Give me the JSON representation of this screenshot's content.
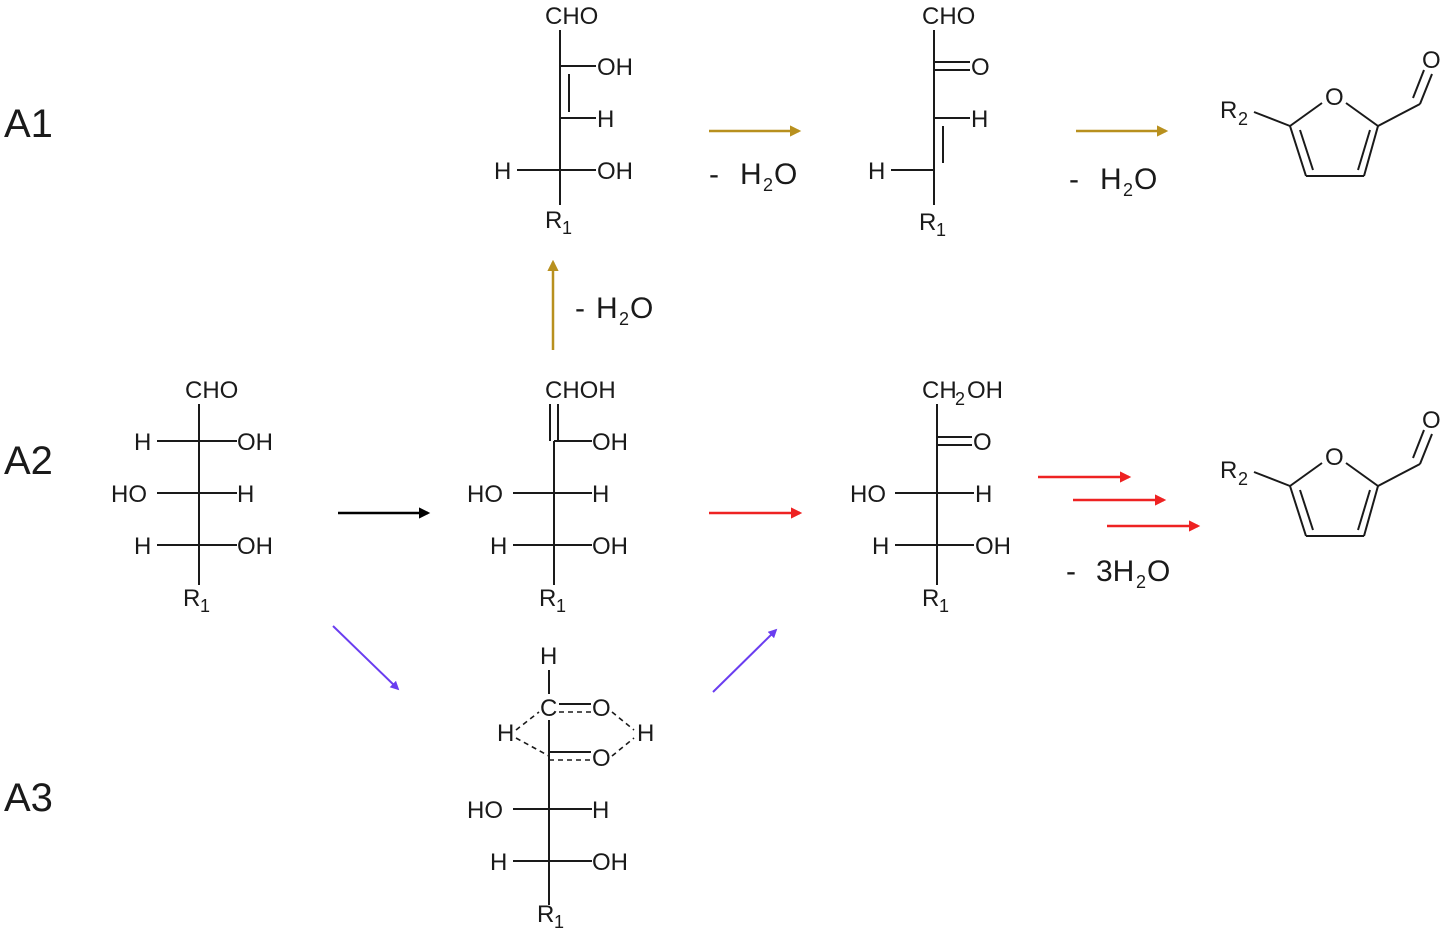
{
  "colors": {
    "black": "#000000",
    "gold": "#b8901e",
    "red": "#ee2222",
    "purple": "#6a3df0",
    "ink": "#1a1a1a"
  },
  "routes": {
    "a1": "A1",
    "a2": "A2",
    "a3": "A3"
  },
  "groups": {
    "cho": "CHO",
    "chohoh": "CHOH",
    "oh_tail": "OH",
    "ch2oh_ch": "CH",
    "ch2oh_2": "2",
    "ch2oh_oh": "OH",
    "oh": "OH",
    "ho": "HO",
    "h": "H",
    "o": "O",
    "c": "C",
    "r": "R",
    "sub1": "1",
    "sub2": "2"
  },
  "conditions": {
    "minus": "-",
    "h2o_h": "H",
    "h2o_2": "2",
    "h2o_o": "O",
    "three_h2o_3h": "3H",
    "three_h2o_2": "2",
    "three_h2o_o": "O"
  }
}
